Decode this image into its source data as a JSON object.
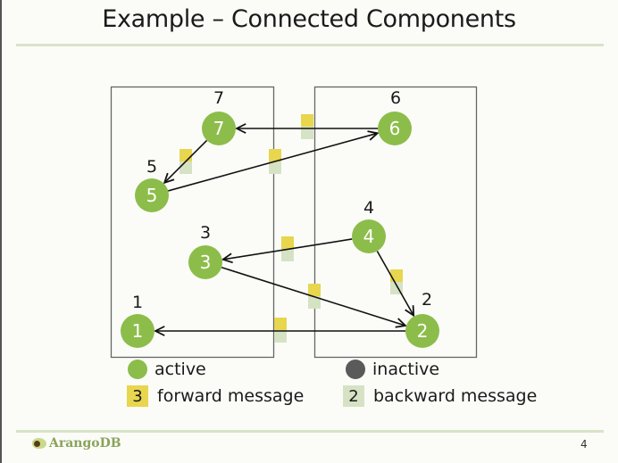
{
  "slide": {
    "title": "Example – Connected Components",
    "page_number": "4",
    "logo_text": "ArangoDB"
  },
  "colors": {
    "active": "#8cbd4a",
    "inactive": "#5a5a5a",
    "forward": "#e8d64e",
    "backward": "#d6e2c4"
  },
  "diagram": {
    "partitions": [
      "left",
      "right"
    ],
    "nodes": [
      {
        "id": "7",
        "label": "7",
        "state": "active",
        "partition": "left"
      },
      {
        "id": "5",
        "label": "5",
        "state": "active",
        "partition": "left"
      },
      {
        "id": "3",
        "label": "3",
        "state": "active",
        "partition": "left"
      },
      {
        "id": "1",
        "label": "1",
        "state": "active",
        "partition": "left"
      },
      {
        "id": "6",
        "label": "6",
        "state": "active",
        "partition": "right"
      },
      {
        "id": "4",
        "label": "4",
        "state": "active",
        "partition": "right"
      },
      {
        "id": "2",
        "label": "2",
        "state": "active",
        "partition": "right"
      }
    ],
    "edges": [
      {
        "from": "6",
        "to": "7"
      },
      {
        "from": "7",
        "to": "5"
      },
      {
        "from": "5",
        "to": "6"
      },
      {
        "from": "4",
        "to": "3"
      },
      {
        "from": "4",
        "to": "2"
      },
      {
        "from": "3",
        "to": "2"
      },
      {
        "from": "2",
        "to": "1"
      }
    ]
  },
  "legend": {
    "active": "active",
    "inactive": "inactive",
    "forward_label": "forward message",
    "forward_sample": "3",
    "backward_label": "backward message",
    "backward_sample": "2"
  }
}
